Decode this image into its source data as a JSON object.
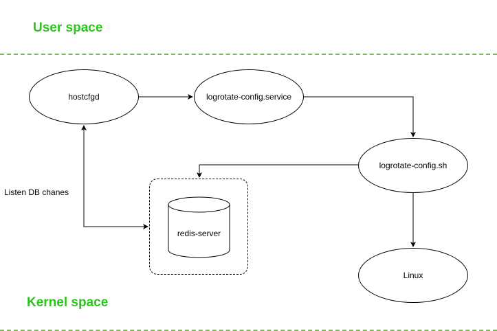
{
  "zones": {
    "user_space": "User space",
    "kernel_space": "Kernel space"
  },
  "nodes": {
    "hostcfgd": "hostcfgd",
    "logrotate_service": "logrotate-config.service",
    "logrotate_sh": "logrotate-config.sh",
    "redis": "redis-server",
    "linux": "Linux"
  },
  "edges": {
    "listen_label": "Listen DB chanes"
  },
  "colors": {
    "zone_label": "#2ec41e",
    "divider": "#82b366",
    "stroke": "#000000"
  }
}
